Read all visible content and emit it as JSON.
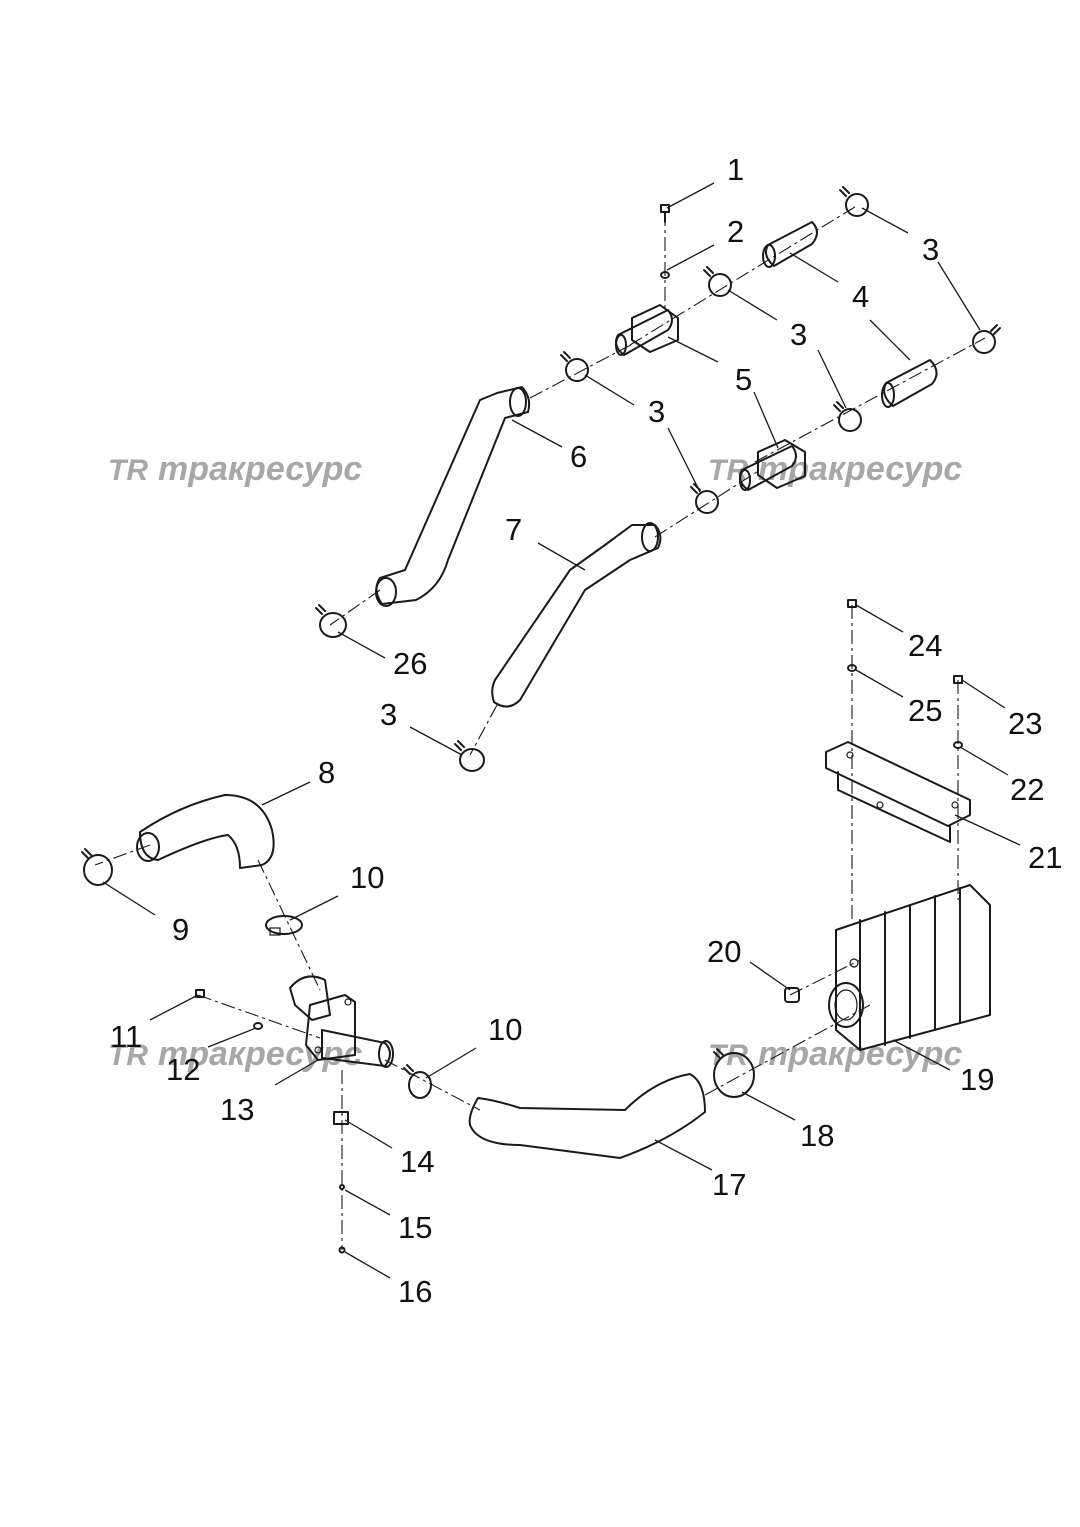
{
  "watermark": {
    "mark": "TR",
    "text": "тракресурс",
    "color": "#8a8a8a"
  },
  "callouts": {
    "c1": "1",
    "c2": "2",
    "c3a": "3",
    "c3b": "3",
    "c3c": "3",
    "c3d": "3",
    "c4": "4",
    "c5": "5",
    "c6": "6",
    "c7": "7",
    "c8": "8",
    "c9": "9",
    "c10a": "10",
    "c10b": "10",
    "c11": "11",
    "c12": "12",
    "c13": "13",
    "c14": "14",
    "c15": "15",
    "c16": "16",
    "c17": "17",
    "c18": "18",
    "c19": "19",
    "c20": "20",
    "c21": "21",
    "c22": "22",
    "c23": "23",
    "c24": "24",
    "c25": "25",
    "c26": "26"
  }
}
